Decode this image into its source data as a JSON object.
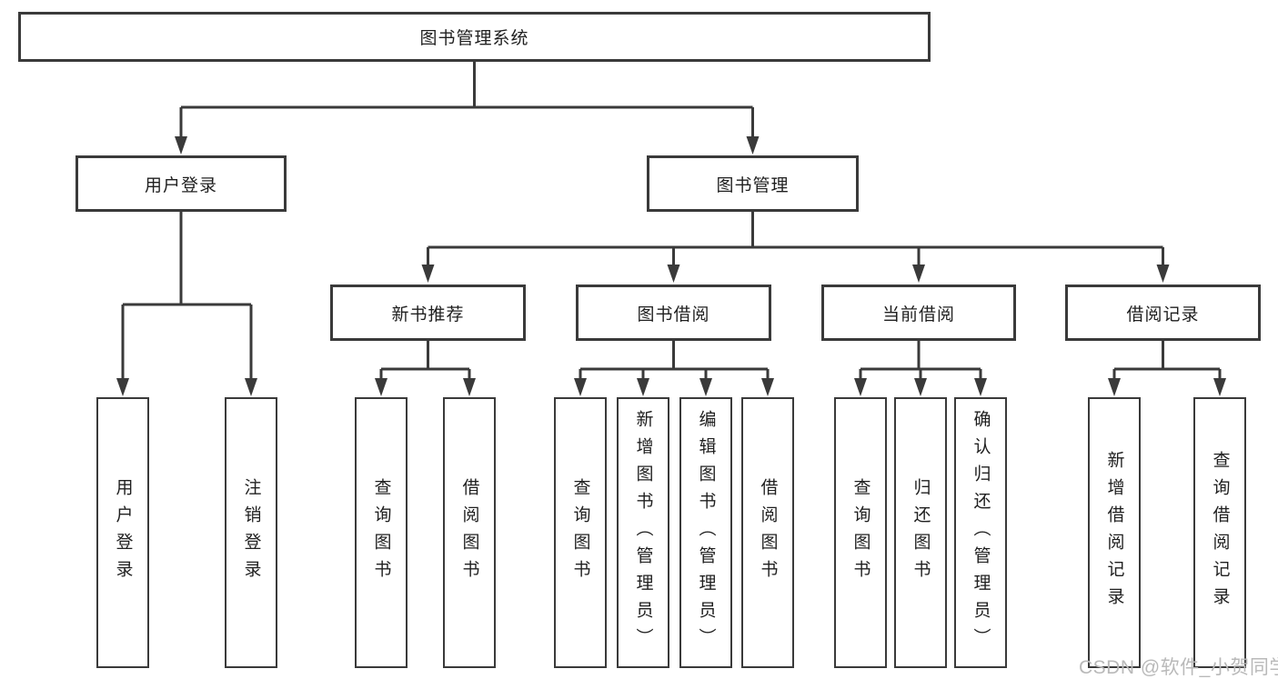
{
  "diagram": {
    "title": "图书管理系统",
    "root": {
      "label": "图书管理系统"
    },
    "level2": [
      {
        "label": "用户登录"
      },
      {
        "label": "图书管理"
      }
    ],
    "level3": [
      {
        "label": "新书推荐"
      },
      {
        "label": "图书借阅"
      },
      {
        "label": "当前借阅"
      },
      {
        "label": "借阅记录"
      }
    ],
    "leaves": {
      "user_login": [
        "用户登录",
        "注销登录"
      ],
      "new_book": [
        "查询图书",
        "借阅图书"
      ],
      "book_borrow": [
        "查询图书",
        "新增图书（管理员）",
        "编辑图书（管理员）",
        "借阅图书"
      ],
      "current_borrow": [
        "查询图书",
        "归还图书",
        "确认归还（管理员）"
      ],
      "borrow_records": [
        "新增借阅记录",
        "查询借阅记录"
      ]
    }
  },
  "watermark": "CSDN @软件_小贺同学",
  "colors": {
    "line": "#3a3a3a",
    "box_border": "#3a3a3a",
    "box_fill": "#ffffff",
    "text": "#1f1f1f",
    "watermark": "#b9b9b9"
  }
}
